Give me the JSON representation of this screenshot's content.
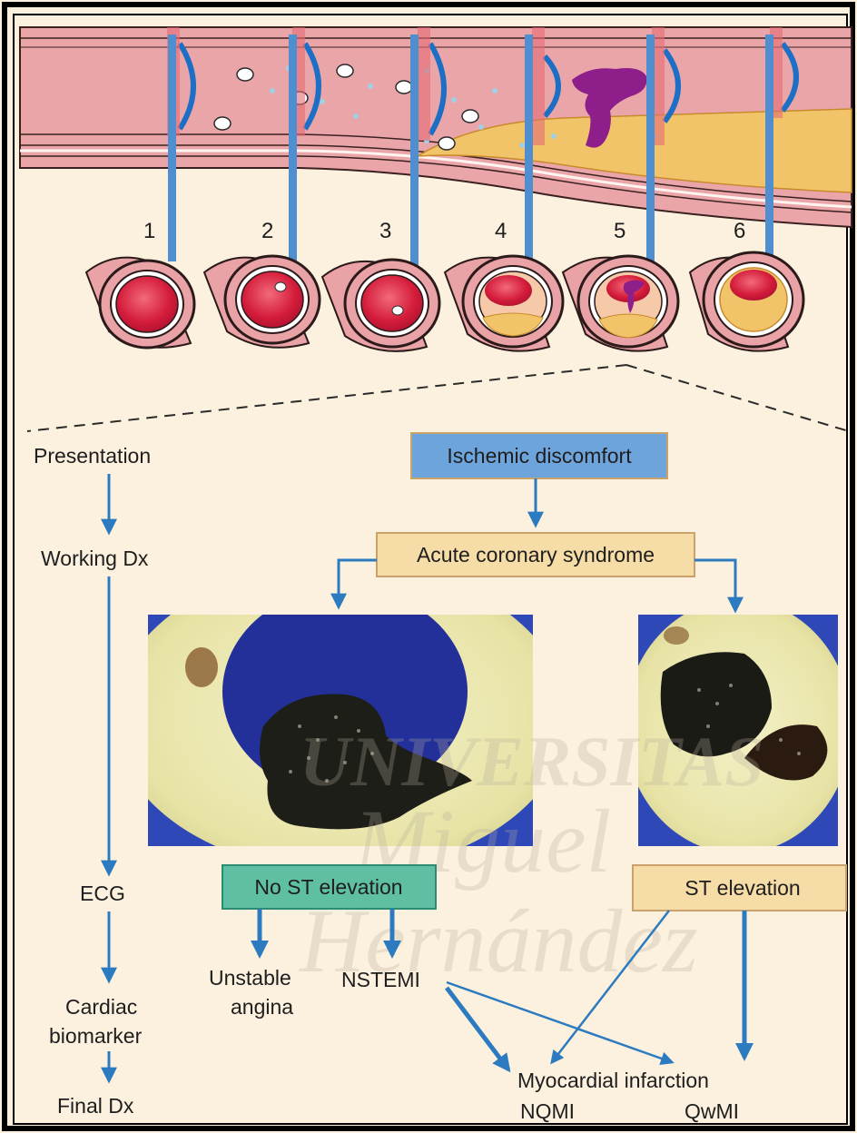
{
  "artery_stages": [
    "1",
    "2",
    "3",
    "4",
    "5",
    "6"
  ],
  "left_column": {
    "presentation": "Presentation",
    "working_dx": "Working Dx",
    "ecg": "ECG",
    "cardiac_line1": "Cardiac",
    "cardiac_line2": "biomarker",
    "final_dx": "Final Dx"
  },
  "flow": {
    "ischemic": "Ischemic discomfort",
    "acs": "Acute coronary syndrome",
    "no_st": "No ST elevation",
    "st": "ST elevation",
    "unstable_line1": "Unstable",
    "unstable_line2": "angina",
    "nstemi": "NSTEMI",
    "mi": "Myocardial infarction",
    "nqmi": "NQMI",
    "qwmi": "QwMI"
  },
  "watermark": {
    "line1": "UNIVERSITAS",
    "line2": "Miguel",
    "line3": "Hernández"
  },
  "colors": {
    "background": "#fcf1de",
    "vessel_wall": "#e5a3a8",
    "lumen": "#d91e3e",
    "plaque": "#f2c46a",
    "thrombus": "#8e1f8a",
    "arrow_blue": "#2c7bc0",
    "box_blue": "#6ea4dc",
    "box_tan": "#f6dca6",
    "box_green": "#5fbfa2"
  }
}
